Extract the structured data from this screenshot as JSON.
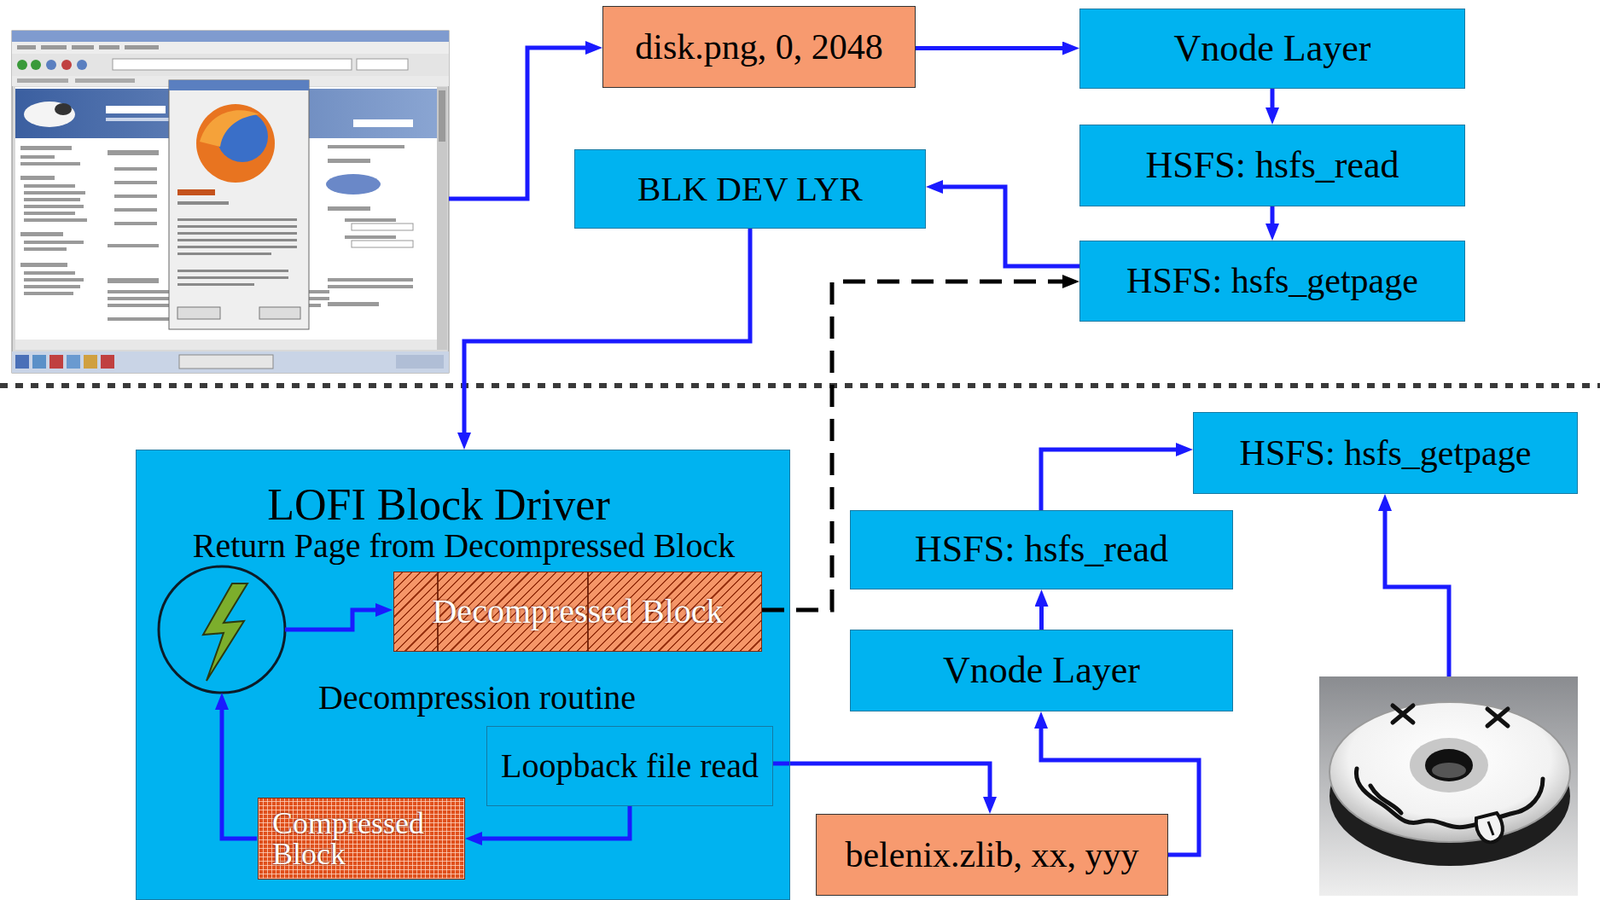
{
  "diagram": {
    "nodes": [
      {
        "text": [
          "disk.png, 0, 2048"
        ]
      },
      {
        "text": [
          "Vnode Layer"
        ]
      },
      {
        "text": [
          "BLK DEV LYR"
        ]
      },
      {
        "text": [
          "HSFS: hsfs_read"
        ]
      },
      {
        "text": [
          "HSFS: hsfs_getpage"
        ]
      },
      {
        "text": [
          "LOFI Block Driver",
          "Return Page from Decompressed Block"
        ]
      },
      {
        "text": [
          "Decompressed Block"
        ],
        "in": 5
      },
      {
        "text": [
          "Loopback file read"
        ],
        "in": 5
      },
      {
        "text": [
          "Compressed Block"
        ],
        "in": 5
      },
      {
        "text": [
          "HSFS: hsfs_getpage"
        ]
      },
      {
        "text": [
          "HSFS: hsfs_read"
        ]
      },
      {
        "text": [
          "Vnode Layer"
        ]
      },
      {
        "text": [
          "belenix.zlib, xx, yyy"
        ]
      }
    ],
    "edges": [
      {
        "from": 0,
        "to": 1,
        "arrow": "to"
      },
      {
        "from": 1,
        "to": 3,
        "arrow": "to"
      },
      {
        "from": 3,
        "to": 4,
        "arrow": "to"
      },
      {
        "from": 4,
        "to": 2,
        "arrow": "to"
      },
      {
        "from": 2,
        "to": 5,
        "arrow": "to"
      },
      {
        "from": 7,
        "to": 12,
        "arrow": "to"
      },
      {
        "from": 12,
        "to": 11,
        "arrow": "to"
      },
      {
        "from": 11,
        "to": 10,
        "arrow": "to"
      },
      {
        "from": 10,
        "to": 9,
        "arrow": "to"
      },
      {
        "from": 7,
        "to": 8,
        "arrow": "to"
      },
      {
        "from": 6,
        "to": 4,
        "arrow": "to"
      }
    ],
    "labels": [
      "Decompression routine"
    ]
  }
}
